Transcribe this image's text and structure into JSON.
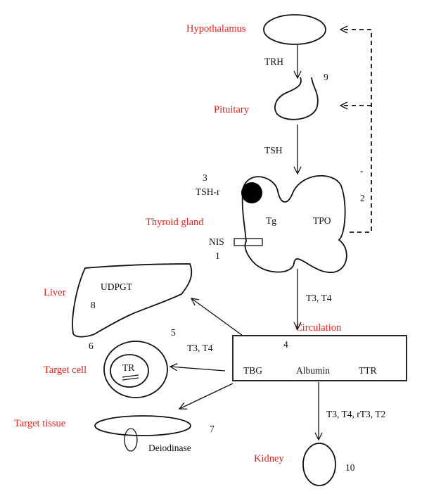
{
  "labels": {
    "hypothalamus": "Hypothalamus",
    "pituitary": "Pituitary",
    "thyroid_gland": "Thyroid gland",
    "liver": "Liver",
    "target_cell": "Target cell",
    "target_tissue": "Target tissue",
    "kidney": "Kidney",
    "circulation": "Circulation"
  },
  "text": {
    "trh": "TRH",
    "tsh": "TSH",
    "tsh_r": "TSH-r",
    "tg": "Tg",
    "tpo": "TPO",
    "nis": "NIS",
    "udpgt": "UDPGT",
    "tr": "TR",
    "t3_t4_circ": "T3, T4",
    "t3_t4_cell": "T3, T4",
    "kidney_hormones": "T3, T4, rT3, T2",
    "tbg": "TBG",
    "albumin": "Albumin",
    "ttr": "TTR",
    "deiodinase": "Deiodinase",
    "minus": "-"
  },
  "numbers": {
    "n1": "1",
    "n2": "2",
    "n3": "3",
    "n4": "4",
    "n5": "5",
    "n6": "6",
    "n7": "7",
    "n8": "8",
    "n9": "9",
    "n10": "10"
  },
  "colors": {
    "organ_label": "#e8211b",
    "ink": "#111111"
  }
}
